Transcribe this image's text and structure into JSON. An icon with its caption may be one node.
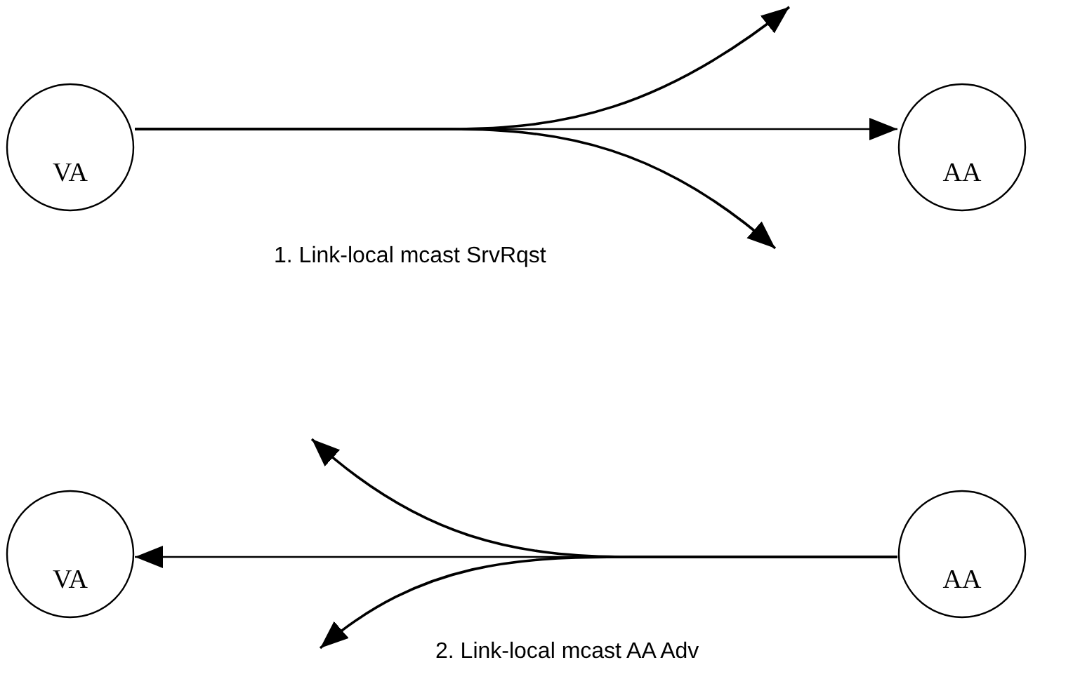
{
  "diagram": {
    "nodes": [
      {
        "text": [
          "VA"
        ]
      },
      {
        "text": [
          "AA"
        ]
      },
      {
        "text": [
          "VA"
        ]
      },
      {
        "text": [
          "AA"
        ]
      }
    ],
    "edges": [
      {
        "from": 0,
        "to": 1,
        "arrow": "to"
      },
      {
        "from": 0,
        "to": null,
        "arrow": "to"
      },
      {
        "from": 0,
        "to": null,
        "arrow": "to"
      },
      {
        "from": 3,
        "to": 2,
        "arrow": "to"
      },
      {
        "from": 3,
        "to": null,
        "arrow": "to"
      },
      {
        "from": 3,
        "to": null,
        "arrow": "to"
      }
    ],
    "labels": [
      "1. Link-local mcast SrvRqst",
      "2. Link-local mcast AA Adv"
    ]
  }
}
